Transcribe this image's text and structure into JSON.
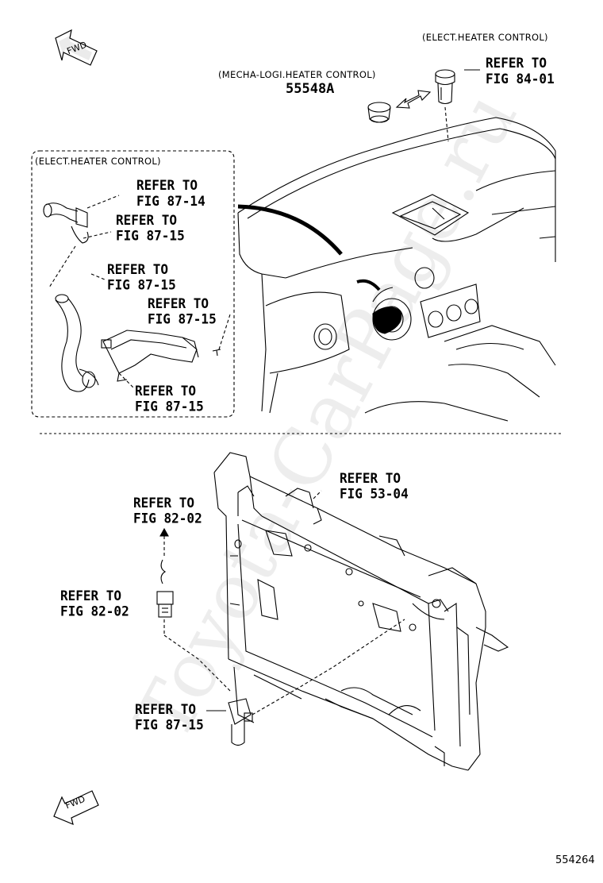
{
  "watermark": "Toyota-CarPage.ru",
  "diagram_number": "554264",
  "top_section": {
    "fwd_label": "FWD",
    "elect_heater_top": "(ELECT.HEATER CONTROL)",
    "mecha_logi": "(MECHA-LOGI.HEATER CONTROL)",
    "part_number": "55548A",
    "refer_84_01": "REFER TO\nFIG 84-01",
    "inset": {
      "title": "(ELECT.HEATER CONTROL)",
      "refer_87_14": "REFER TO\nFIG 87-14",
      "refer_87_15_a": "REFER TO\nFIG 87-15",
      "refer_87_15_b": "REFER TO\nFIG 87-15",
      "refer_87_15_c": "REFER TO\nFIG 87-15",
      "refer_87_15_d": "REFER TO\nFIG 87-15"
    }
  },
  "bottom_section": {
    "fwd_label": "FWD",
    "refer_53_04": "REFER TO\nFIG 53-04",
    "refer_82_02_a": "REFER TO\nFIG 82-02",
    "refer_82_02_b": "REFER TO\nFIG 82-02",
    "refer_87_15": "REFER TO\nFIG 87-15"
  }
}
